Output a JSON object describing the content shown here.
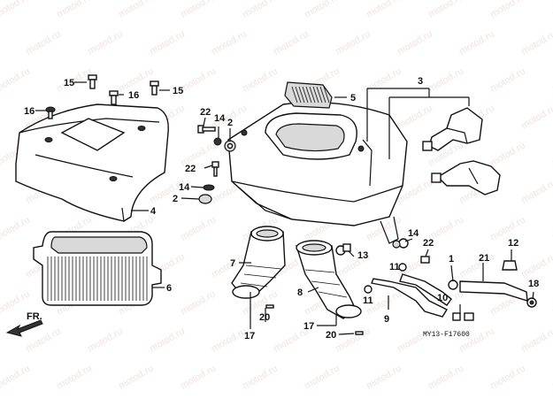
{
  "watermark_text": "motod.ru",
  "diagram_code": "MY13-F17600",
  "direction_label": "FR.",
  "callouts": {
    "c1": "1",
    "c2a": "2",
    "c2b": "2",
    "c3": "3",
    "c4": "4",
    "c5": "5",
    "c6": "6",
    "c7": "7",
    "c8": "8",
    "c9": "9",
    "c10": "10",
    "c11a": "11",
    "c11b": "11",
    "c12": "12",
    "c13": "13",
    "c14a": "14",
    "c14b": "14",
    "c14c": "14",
    "c15a": "15",
    "c15b": "15",
    "c16a": "16",
    "c16b": "16",
    "c17a": "17",
    "c17b": "17",
    "c18": "18",
    "c20a": "20",
    "c20b": "20",
    "c21": "21",
    "c22a": "22",
    "c22b": "22",
    "c22c": "22"
  },
  "colors": {
    "ink": "#111111",
    "watermark": "#e8c9c9",
    "shade": "#d9d9d9"
  }
}
